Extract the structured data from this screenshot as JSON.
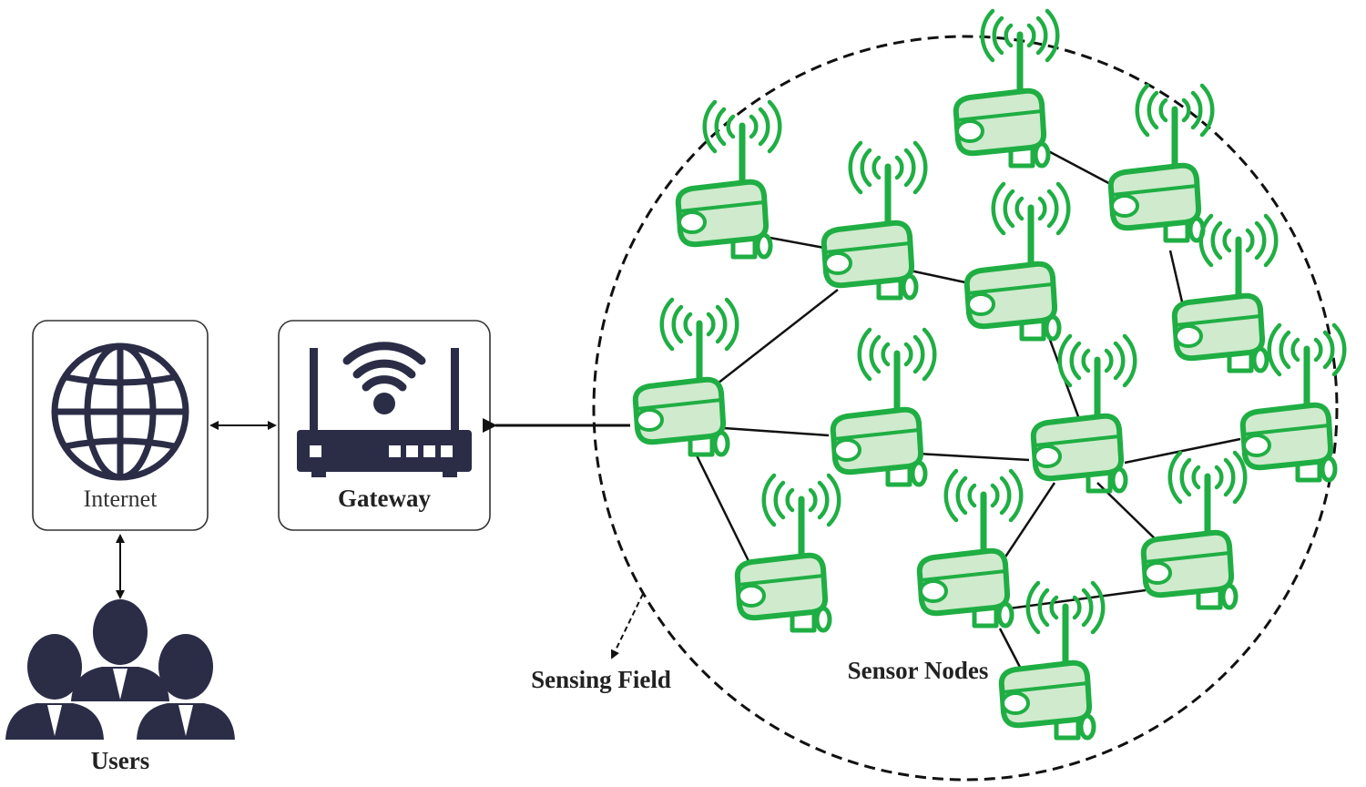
{
  "labels": {
    "internet": "Internet",
    "gateway": "Gateway",
    "users": "Users",
    "sensing_field": "Sensing Field",
    "sensor_nodes": "Sensor Nodes"
  },
  "colors": {
    "sensor_stroke": "#1fae43",
    "sensor_fill": "#cfeacd",
    "dark_icon": "#2b2d47",
    "line": "#111111"
  },
  "icons": {
    "internet": "globe-icon",
    "gateway": "wifi-router-icon",
    "users": "users-group-icon",
    "sensor": "sensor-node-icon"
  }
}
